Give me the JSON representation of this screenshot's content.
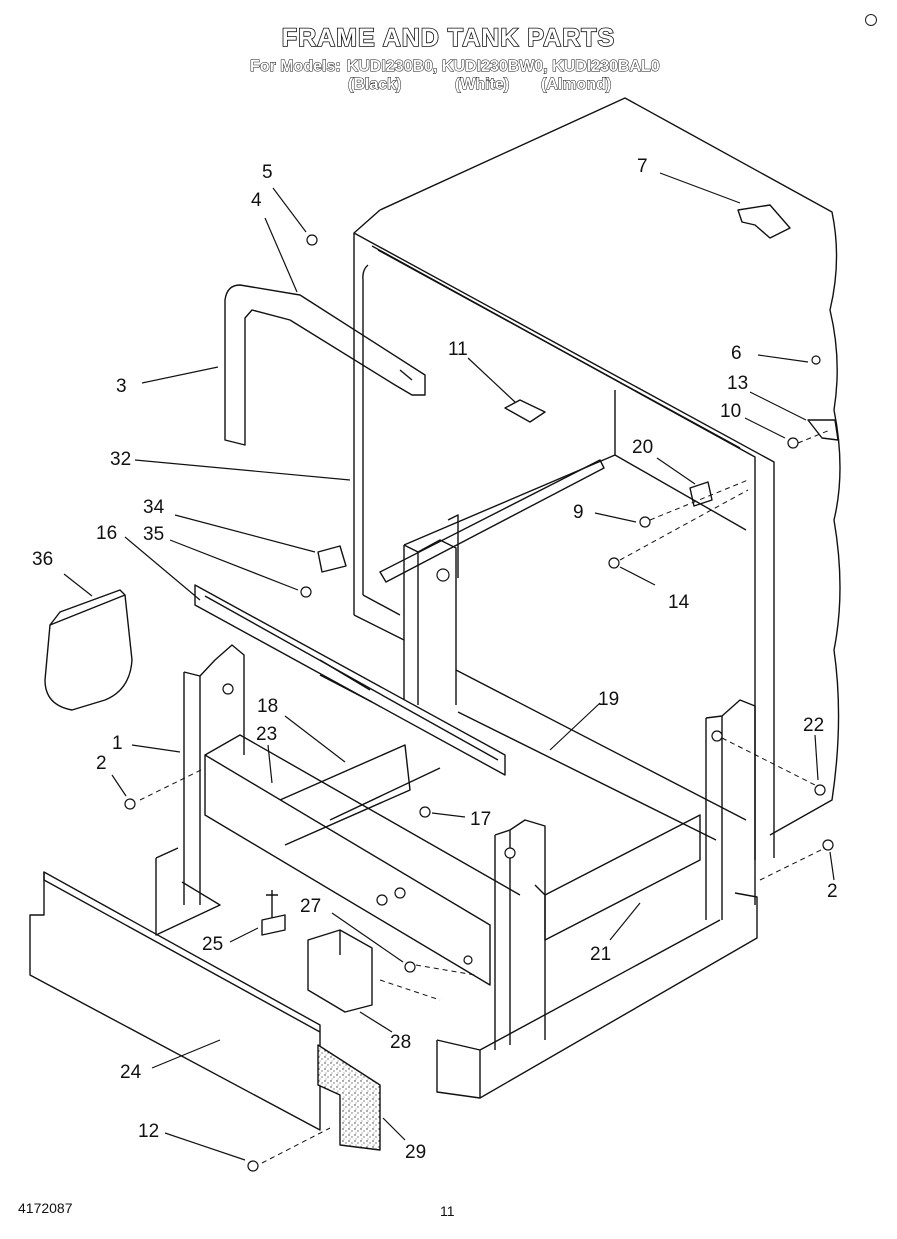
{
  "header": {
    "title": "FRAME AND TANK PARTS",
    "models_label": "For Models:",
    "models": [
      "KUDI230B0,",
      "KUDI230BW0,",
      "KUDI230BAL0"
    ],
    "colors": [
      "(Black)",
      "(White)",
      "(Almond)"
    ]
  },
  "callouts": [
    "5",
    "4",
    "7",
    "3",
    "11",
    "6",
    "13",
    "10",
    "32",
    "20",
    "9",
    "34",
    "35",
    "14",
    "36",
    "16",
    "19",
    "18",
    "1",
    "23",
    "22",
    "2",
    "17",
    "2",
    "27",
    "25",
    "21",
    "28",
    "24",
    "12",
    "29"
  ],
  "footer": {
    "doc_number": "4172087",
    "page_number": "11"
  }
}
